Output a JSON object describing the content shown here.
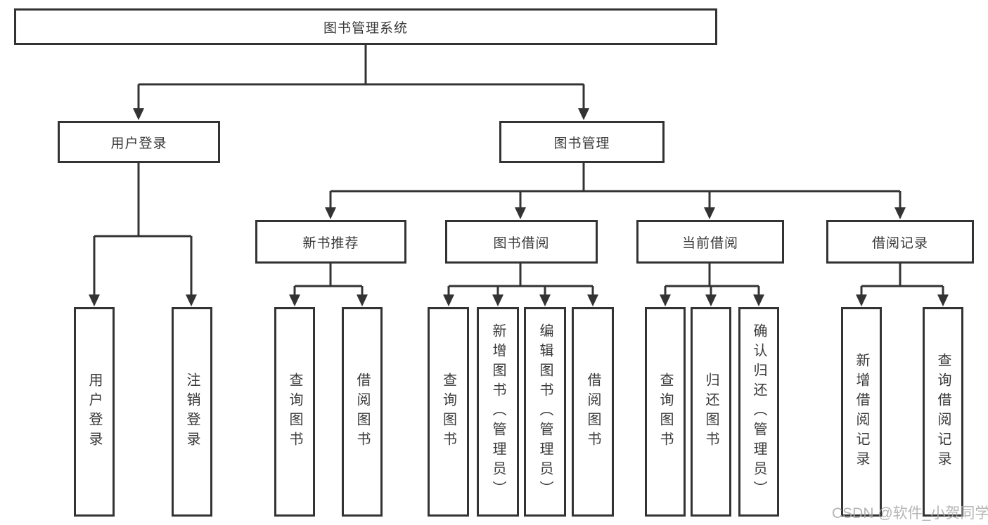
{
  "diagram": {
    "nodes": {
      "root": {
        "label": "图书管理系统"
      },
      "user_login": {
        "label": "用户登录"
      },
      "book_mgmt": {
        "label": "图书管理"
      },
      "new_book_rec": {
        "label": "新书推荐"
      },
      "book_borrow": {
        "label": "图书借阅"
      },
      "current_borrow": {
        "label": "当前借阅"
      },
      "borrow_record": {
        "label": "借阅记录"
      },
      "leaf_user_login": {
        "label": "用户登录"
      },
      "leaf_logout": {
        "label": "注销登录"
      },
      "leaf_query_book_1": {
        "label": "查询图书"
      },
      "leaf_borrow_book_1": {
        "label": "借阅图书"
      },
      "leaf_query_book_2": {
        "label": "查询图书"
      },
      "leaf_add_book": {
        "label": "新增图书（管理员）"
      },
      "leaf_edit_book": {
        "label": "编辑图书（管理员）"
      },
      "leaf_borrow_book_2": {
        "label": "借阅图书"
      },
      "leaf_query_book_3": {
        "label": "查询图书"
      },
      "leaf_return_book": {
        "label": "归还图书"
      },
      "leaf_confirm_return": {
        "label": "确认归还（管理员）"
      },
      "leaf_add_record": {
        "label": "新增借阅记录"
      },
      "leaf_query_record": {
        "label": "查询借阅记录"
      }
    },
    "colors": {
      "line": "#333333",
      "box_border": "#333333",
      "box_background": "#ffffff",
      "text": "#3a3a3a",
      "watermark": "#a9a9a9"
    }
  },
  "watermark": {
    "text": "CSDN @软件_小贺同学"
  }
}
